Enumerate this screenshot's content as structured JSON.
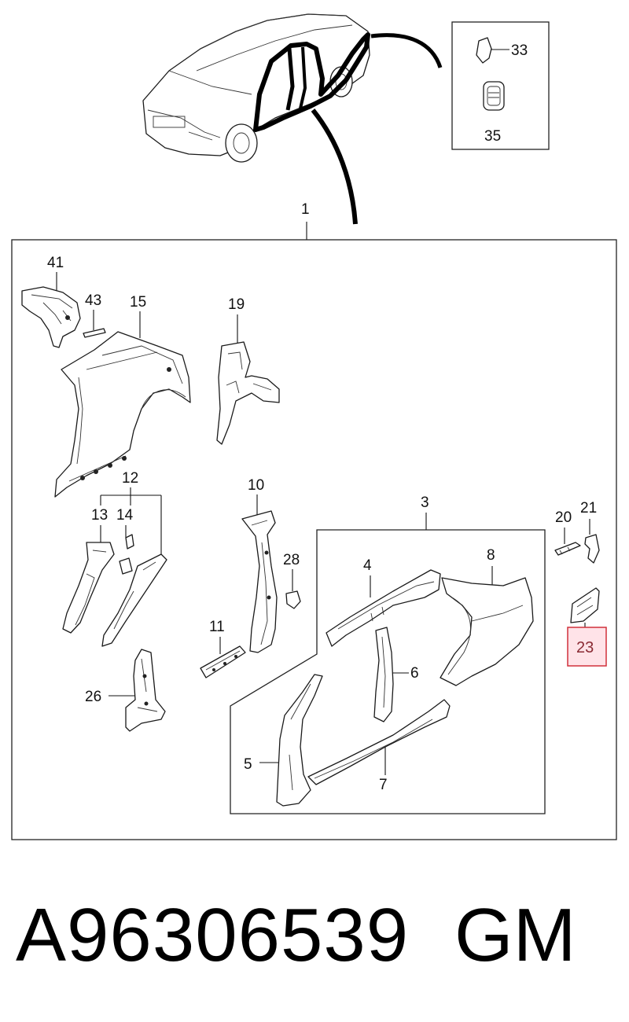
{
  "labels": {
    "l1": "1",
    "l3": "3",
    "l4": "4",
    "l5": "5",
    "l6": "6",
    "l7": "7",
    "l8": "8",
    "l10": "10",
    "l11": "11",
    "l12": "12",
    "l13": "13",
    "l14": "14",
    "l15": "15",
    "l19": "19",
    "l20": "20",
    "l21": "21",
    "l23": "23",
    "l26": "26",
    "l28": "28",
    "l33": "33",
    "l35": "35",
    "l41": "41",
    "l43": "43"
  },
  "highlighted_label": "23",
  "highlight_color": "#ffe3e8",
  "highlight_border_color": "#d0303a",
  "footer": {
    "part_number": "A96306539",
    "brand": "GM"
  }
}
